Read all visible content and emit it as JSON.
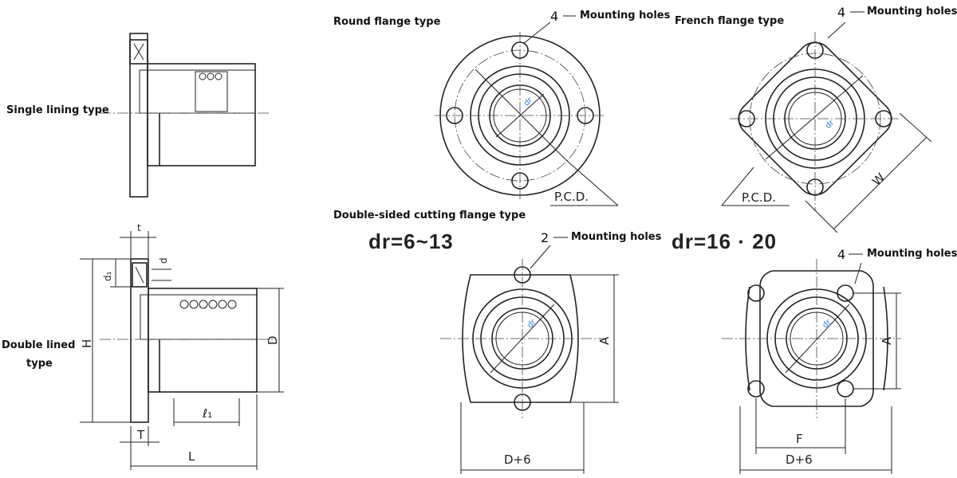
{
  "labels": {
    "single_lining": "Single lining type",
    "double_lined_1": "Double lined",
    "double_lined_2": "type",
    "round_flange": "Round flange type",
    "french_flange": "French flange type",
    "double_cut": "Double-sided cutting flange type",
    "mounting_holes_round": "Mounting holes",
    "mounting_holes_french": "Mounting holes",
    "mounting_holes_two": "Mounting holes",
    "mounting_holes_four": "Mounting holes",
    "count_4a": "4",
    "count_4b": "4",
    "count_2": "2",
    "count_4c": "4",
    "dr_range_a": "dr=6~13",
    "dr_range_b": "dr=16 · 20"
  },
  "dims": {
    "t": "t",
    "d": "d",
    "d1": "d₁",
    "H": "H",
    "D": "D",
    "T": "T",
    "L": "L",
    "l1": "ℓ₁",
    "pcd1": "P.C.D.",
    "pcd2": "P.C.D.",
    "W": "W",
    "A1": "A",
    "A2": "A",
    "D6a": "D+6",
    "D6b": "D+6",
    "F": "F",
    "dr1": "dr",
    "dr2": "dr",
    "dr3": "dr",
    "dr4": "dr"
  },
  "colors": {
    "line": "#222222",
    "accent": "#2b7de9",
    "background": "#ffffff"
  }
}
